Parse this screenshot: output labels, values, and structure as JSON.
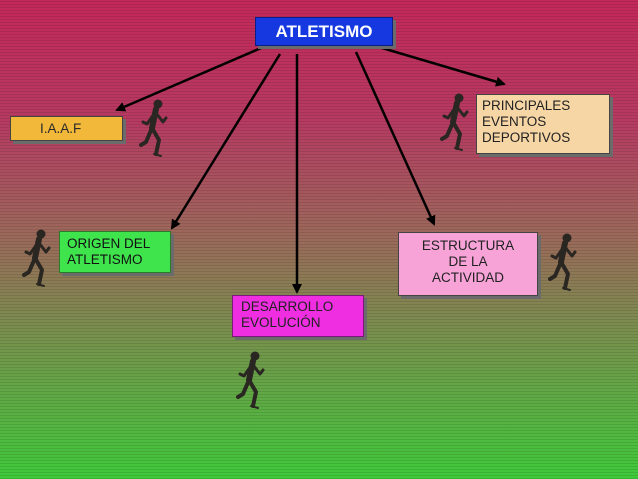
{
  "nodes": {
    "title": "ATLETISMO",
    "iaaf": "I.A.A.F",
    "principales": [
      "PRINCIPALES",
      "EVENTOS",
      "DEPORTIVOS"
    ],
    "origen": [
      "ORIGEN DEL",
      "ATLETISMO"
    ],
    "estructura": [
      "ESTRUCTURA",
      "DE LA",
      "ACTIVIDAD"
    ],
    "desarrollo": [
      "DESARROLLO",
      "EVOLUCIÓN"
    ]
  },
  "colors": {
    "title_box": "#1638e0",
    "iaaf_box": "#f2b83a",
    "principales_box": "#f7d6a6",
    "origen_box": "#3fe44c",
    "estructura_box": "#f7a3d8",
    "desarrollo_box": "#ee2ee0"
  },
  "icons": [
    "runner-icon"
  ]
}
